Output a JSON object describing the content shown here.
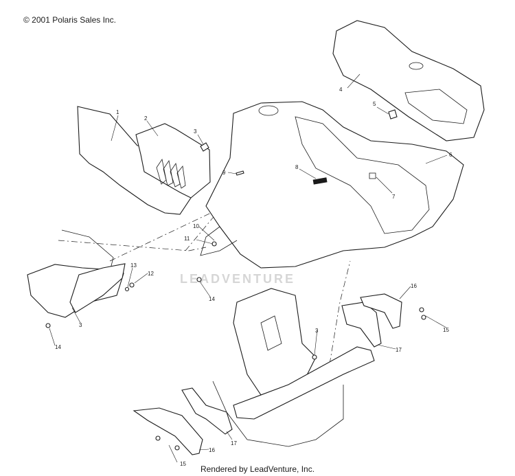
{
  "copyright": "© 2001 Polaris Sales Inc.",
  "footer": "Rendered by LeadVenture, Inc.",
  "watermark": "LEADVENTURE",
  "callouts": [
    {
      "id": "c1",
      "label": "1"
    },
    {
      "id": "c2",
      "label": "2"
    },
    {
      "id": "c3a",
      "label": "3"
    },
    {
      "id": "c4",
      "label": "4"
    },
    {
      "id": "c5",
      "label": "5"
    },
    {
      "id": "c6",
      "label": "6"
    },
    {
      "id": "c7",
      "label": "7"
    },
    {
      "id": "c8",
      "label": "8"
    },
    {
      "id": "c9",
      "label": "9"
    },
    {
      "id": "c10",
      "label": "10"
    },
    {
      "id": "c11",
      "label": "11"
    },
    {
      "id": "c12",
      "label": "12"
    },
    {
      "id": "c13",
      "label": "13"
    },
    {
      "id": "c14a",
      "label": "14"
    },
    {
      "id": "c14b",
      "label": "14"
    },
    {
      "id": "c3b",
      "label": "3"
    },
    {
      "id": "c3c",
      "label": "3"
    },
    {
      "id": "c16a",
      "label": "16"
    },
    {
      "id": "c15a",
      "label": "15"
    },
    {
      "id": "c17a",
      "label": "17"
    },
    {
      "id": "c17b",
      "label": "17"
    },
    {
      "id": "c16b",
      "label": "16"
    },
    {
      "id": "c15b",
      "label": "15"
    }
  ]
}
